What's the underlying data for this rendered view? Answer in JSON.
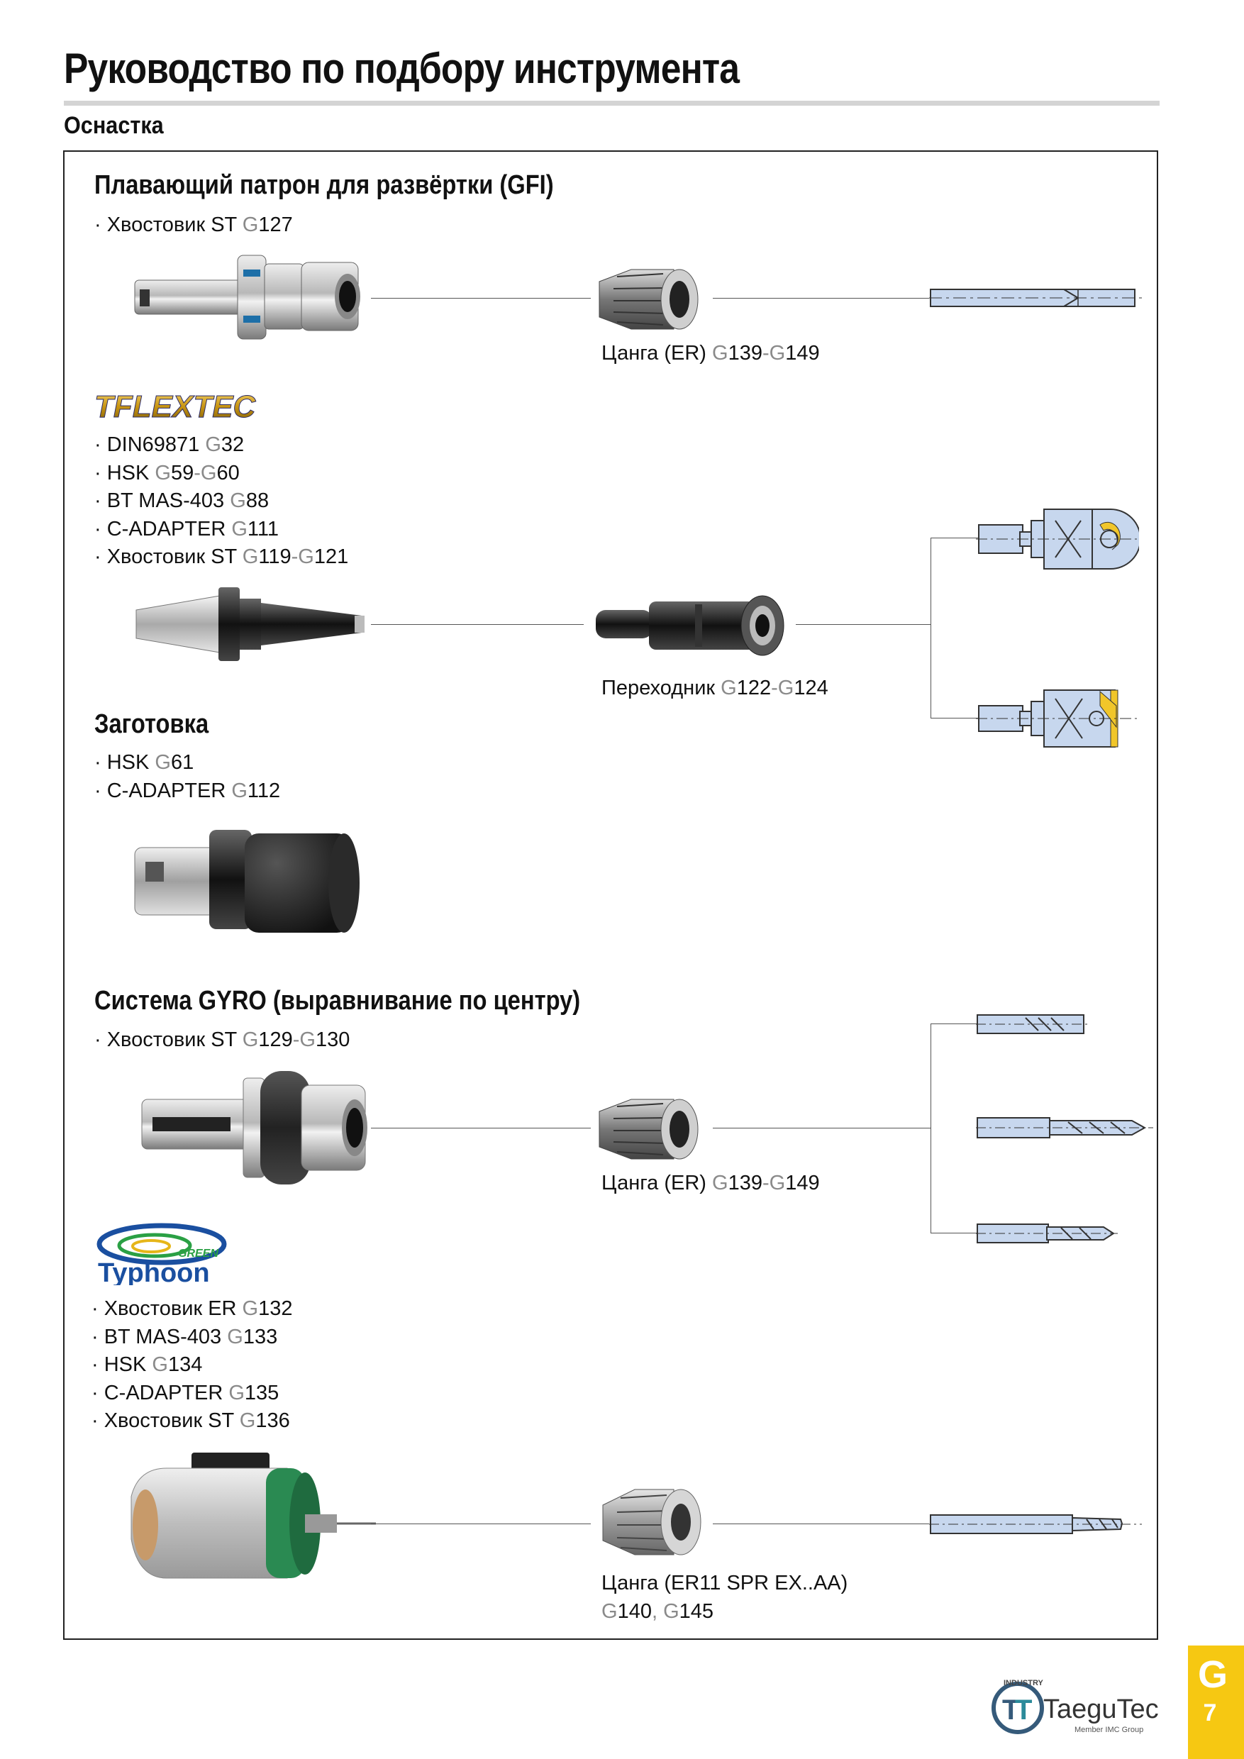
{
  "header": {
    "title": "Руководство по подбору инструмента",
    "subtitle": "Оснастка"
  },
  "gfi": {
    "title": "Плавающий патрон для развёртки (GFI)",
    "items": [
      {
        "label": "· Хвостовик ST ",
        "pages": [
          [
            "G",
            "127"
          ]
        ]
      }
    ],
    "collet_caption": [
      {
        "label": "Цанга (ER) ",
        "pages": [
          [
            "G",
            "139"
          ],
          [
            "-G",
            "149"
          ]
        ]
      }
    ]
  },
  "flextec": {
    "logo_text": "TFLEXTEC",
    "items": [
      {
        "label": "· DIN69871 ",
        "pages": [
          [
            "G",
            "32"
          ]
        ]
      },
      {
        "label": "· HSK ",
        "pages": [
          [
            "G",
            "59"
          ],
          [
            "-G",
            "60"
          ]
        ]
      },
      {
        "label": "· BT MAS-403 ",
        "pages": [
          [
            "G",
            "88"
          ]
        ]
      },
      {
        "label": "· C-ADAPTER ",
        "pages": [
          [
            "G",
            "111"
          ]
        ]
      },
      {
        "label": "· Хвостовик ST ",
        "pages": [
          [
            "G",
            "119"
          ],
          [
            "-G",
            "121"
          ]
        ]
      }
    ],
    "adapter_caption": [
      {
        "label": "Переходник ",
        "pages": [
          [
            "G",
            "122"
          ],
          [
            "-G",
            "124"
          ]
        ]
      }
    ]
  },
  "blank": {
    "title": "Заготовка",
    "items": [
      {
        "label": "· HSK ",
        "pages": [
          [
            "G",
            "61"
          ]
        ]
      },
      {
        "label": "· C-ADAPTER ",
        "pages": [
          [
            "G",
            "112"
          ]
        ]
      }
    ]
  },
  "gyro": {
    "title": "Система GYRO (выравнивание по центру)",
    "items": [
      {
        "label": "· Хвостовик ST ",
        "pages": [
          [
            "G",
            "129"
          ],
          [
            "-G",
            "130"
          ]
        ]
      }
    ],
    "collet_caption": [
      {
        "label": "Цанга (ER) ",
        "pages": [
          [
            "G",
            "139"
          ],
          [
            "-G",
            "149"
          ]
        ]
      }
    ]
  },
  "typhoon": {
    "logo_small": "GREEN",
    "logo_main": "Typhoon",
    "items": [
      {
        "label": "· Хвостовик ER ",
        "pages": [
          [
            "G",
            "132"
          ]
        ]
      },
      {
        "label": "· BT MAS-403 ",
        "pages": [
          [
            "G",
            "133"
          ]
        ]
      },
      {
        "label": "· HSK ",
        "pages": [
          [
            "G",
            "134"
          ]
        ]
      },
      {
        "label": "· C-ADAPTER ",
        "pages": [
          [
            "G",
            "135"
          ]
        ]
      },
      {
        "label": "· Хвостовик ST ",
        "pages": [
          [
            "G",
            "136"
          ]
        ]
      }
    ],
    "collet_caption": [
      {
        "label": "Цанга (ER11 SPR EX..AA)",
        "pages": []
      },
      {
        "label": "",
        "pages": [
          [
            "G",
            "140"
          ],
          [
            ", G",
            "145"
          ]
        ]
      }
    ]
  },
  "footer": {
    "brand": "TaeguTec",
    "brand_sub": "Member IMC Group",
    "brand_top": "INDUSTRY",
    "tab_letter": "G",
    "page_number": "7"
  },
  "colors": {
    "accent": "#f6c812",
    "page_ref": "#8a8a8a",
    "tool_blue": "#c7d7ee"
  }
}
